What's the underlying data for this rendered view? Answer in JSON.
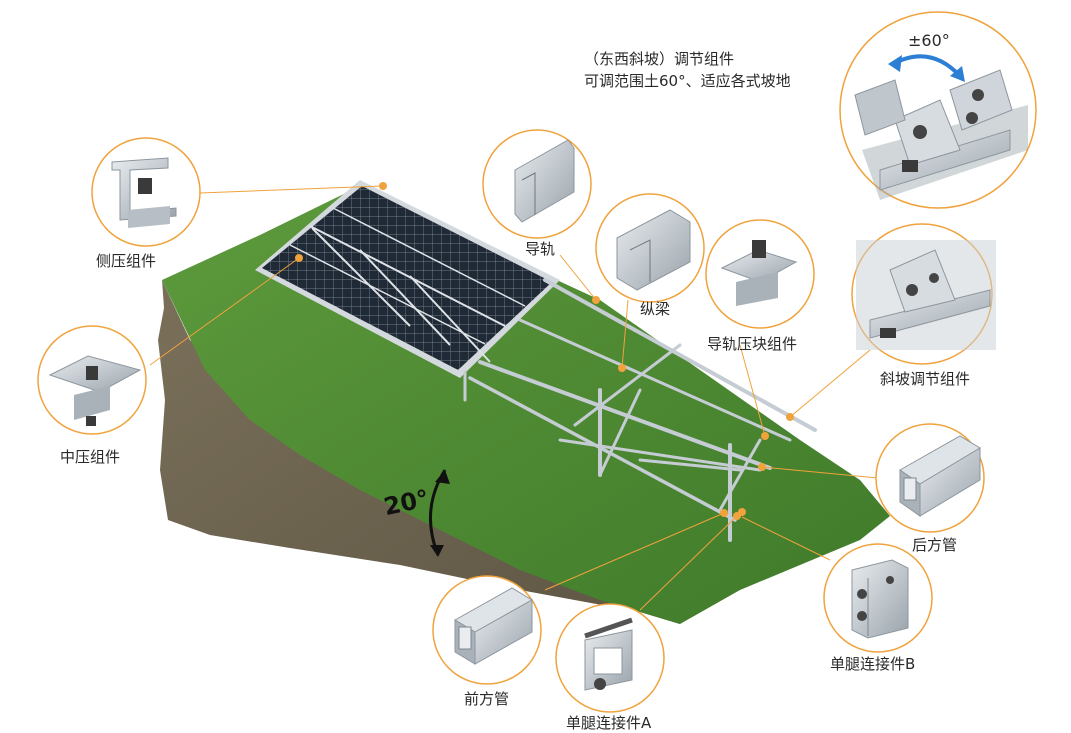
{
  "annotation": {
    "line1": "（东西斜坡）调节组件",
    "line2": "可调范围土60°、适应各式坡地",
    "angle_label": "±60°"
  },
  "slope_angle": "20°",
  "labels": {
    "side_clamp": "侧压组件",
    "mid_clamp": "中压组件",
    "rail": "导轨",
    "longitudinal_beam": "纵梁",
    "rail_clamp": "导轨压块组件",
    "slope_adjust": "斜坡调节组件",
    "rear_tube": "后方管",
    "front_tube": "前方管",
    "leg_connector_a": "单腿连接件A",
    "leg_connector_b": "单腿连接件B"
  },
  "colors": {
    "accent": "#f0a23c",
    "grass": "#4f8f33",
    "soil": "#6e6450",
    "panel": "#1d2733",
    "metal": "#c5ccd3"
  }
}
